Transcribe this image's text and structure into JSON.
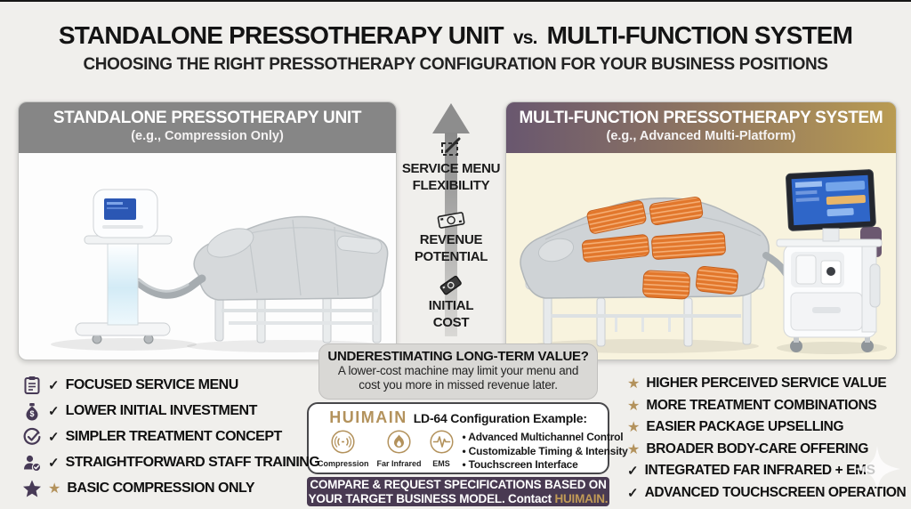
{
  "header": {
    "title_left": "STANDALONE PRESSOTHERAPY UNIT",
    "title_vs": "vs.",
    "title_right": "MULTI-FUNCTION SYSTEM",
    "subtitle": "CHOOSING THE RIGHT PRESSOTHERAPY CONFIGURATION FOR YOUR BUSINESS POSITIONS"
  },
  "left_panel": {
    "title": "STANDALONE PRESSOTHERAPY UNIT",
    "subtitle": "(e.g., Compression Only)"
  },
  "right_panel": {
    "title": "MULTI-FUNCTION PRESSOTHERAPY SYSTEM",
    "subtitle": "(e.g., Advanced Multi-Platform)"
  },
  "axis": {
    "items": [
      {
        "icon": "edit-icon",
        "line1": "SERVICE MENU",
        "line2": "FLEXIBILITY"
      },
      {
        "icon": "banknote-icon",
        "line1": "REVENUE",
        "line2": "POTENTIAL"
      },
      {
        "icon": "cash-icon",
        "line1": "INITIAL",
        "line2": "COST"
      }
    ]
  },
  "warning": {
    "title": "UNDERESTIMATING LONG-TERM VALUE?",
    "line1": "A lower-cost machine may limit your menu and",
    "line2": "cost you more in missed revenue later."
  },
  "config": {
    "brand": "HUIMAIN",
    "heading": "LD-64 Configuration Example:",
    "modes": [
      {
        "icon": "compression-waves-icon",
        "label": "Compression"
      },
      {
        "icon": "flame-icon",
        "label": "Far Infrared"
      },
      {
        "icon": "ems-pulse-icon",
        "label": "EMS"
      }
    ],
    "bullets": [
      "Advanced Multichannel Control",
      "Customizable Timing & Intensity",
      "Touchscreen Interface"
    ]
  },
  "cta": {
    "line1": "COMPARE & REQUEST SPECIFICATIONS BASED ON",
    "line2": "YOUR TARGET BUSINESS MODEL. Contact",
    "brand": "HUIMAIN."
  },
  "left_benefits": [
    {
      "icon": "clipboard-icon",
      "mark": "✓",
      "text": "FOCUSED SERVICE MENU"
    },
    {
      "icon": "money-bag-icon",
      "mark": "✓",
      "text": "LOWER INITIAL INVESTMENT"
    },
    {
      "icon": "check-circle-icon",
      "mark": "✓",
      "text": "SIMPLER TREATMENT CONCEPT"
    },
    {
      "icon": "person-check-icon",
      "mark": "✓",
      "text": "STRAIGHTFORWARD STAFF TRAINING"
    },
    {
      "icon": "star-icon",
      "mark": "★",
      "text": "BASIC COMPRESSION ONLY"
    }
  ],
  "right_benefits": [
    {
      "mark": "★",
      "text": "HIGHER PERCEIVED SERVICE VALUE"
    },
    {
      "mark": "★",
      "text": "MORE TREATMENT COMBINATIONS"
    },
    {
      "mark": "★",
      "text": "EASIER PACKAGE UPSELLING"
    },
    {
      "mark": "★",
      "text": "BROADER BODY-CARE OFFERING"
    },
    {
      "mark": "✓",
      "text": "INTEGRATED FAR INFRARED + EMS"
    },
    {
      "mark": "✓",
      "text": "ADVANCED TOUCHSCREEN OPERATION"
    }
  ],
  "colors": {
    "accent_gold": "#b3925c",
    "deep_purple": "#493a52",
    "header_gray": "#868686",
    "header_gradient_start": "#69576f",
    "header_gradient_end": "#b99b52",
    "pad_orange": "#e2772c",
    "cream_panel": "#f8f3de"
  }
}
